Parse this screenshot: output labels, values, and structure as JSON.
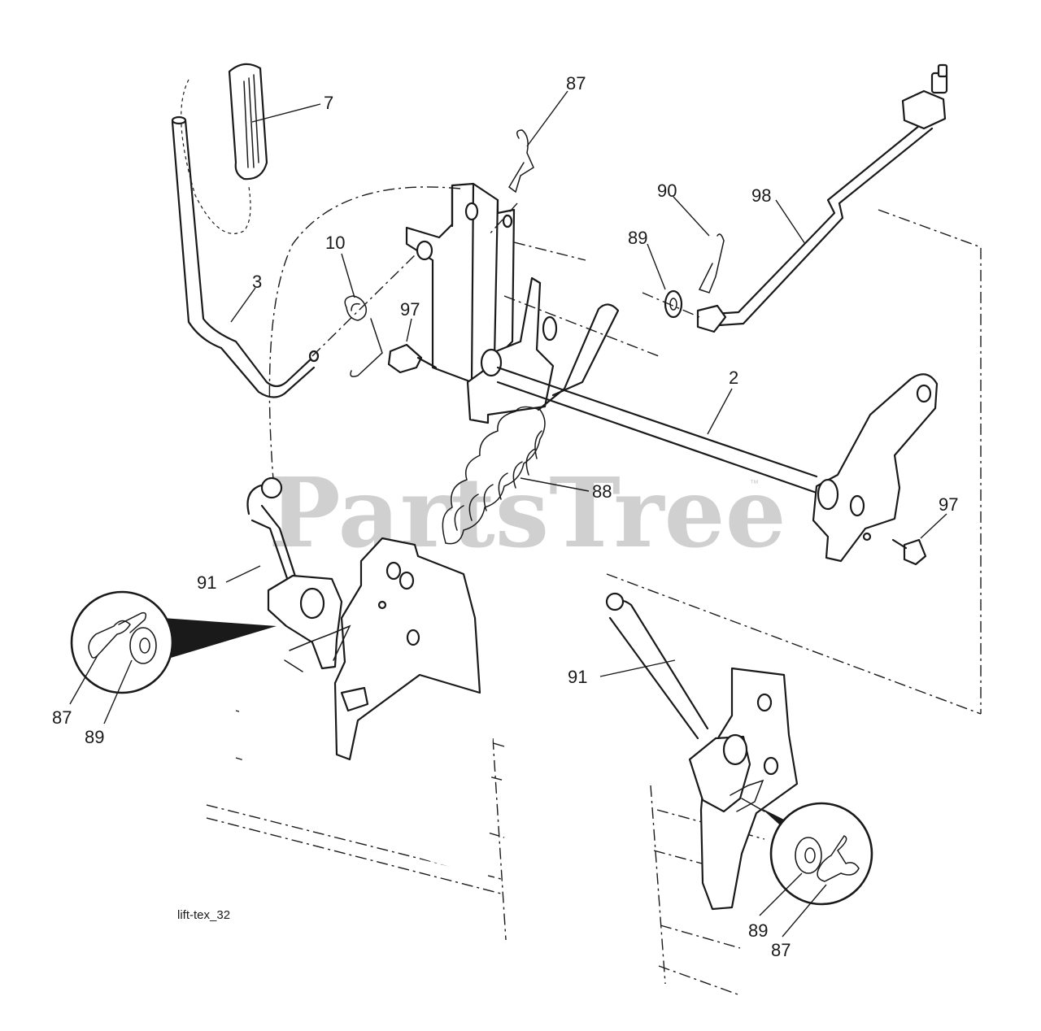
{
  "drawing_code": "lift-tex_32",
  "watermark": {
    "text": "PartsTree",
    "mark": "™",
    "color": "#c8c8c8"
  },
  "callouts": [
    {
      "id": "c-7",
      "label": "7"
    },
    {
      "id": "c-87-top",
      "label": "87"
    },
    {
      "id": "c-90",
      "label": "90"
    },
    {
      "id": "c-98",
      "label": "98"
    },
    {
      "id": "c-89-top",
      "label": "89"
    },
    {
      "id": "c-10",
      "label": "10"
    },
    {
      "id": "c-3",
      "label": "3"
    },
    {
      "id": "c-97-left",
      "label": "97"
    },
    {
      "id": "c-2",
      "label": "2"
    },
    {
      "id": "c-88",
      "label": "88"
    },
    {
      "id": "c-97-right",
      "label": "97"
    },
    {
      "id": "c-91-left",
      "label": "91"
    },
    {
      "id": "c-91-right",
      "label": "91"
    },
    {
      "id": "c-87-left",
      "label": "87"
    },
    {
      "id": "c-89-left",
      "label": "89"
    },
    {
      "id": "c-89-right",
      "label": "89"
    },
    {
      "id": "c-87-right",
      "label": "87"
    }
  ]
}
